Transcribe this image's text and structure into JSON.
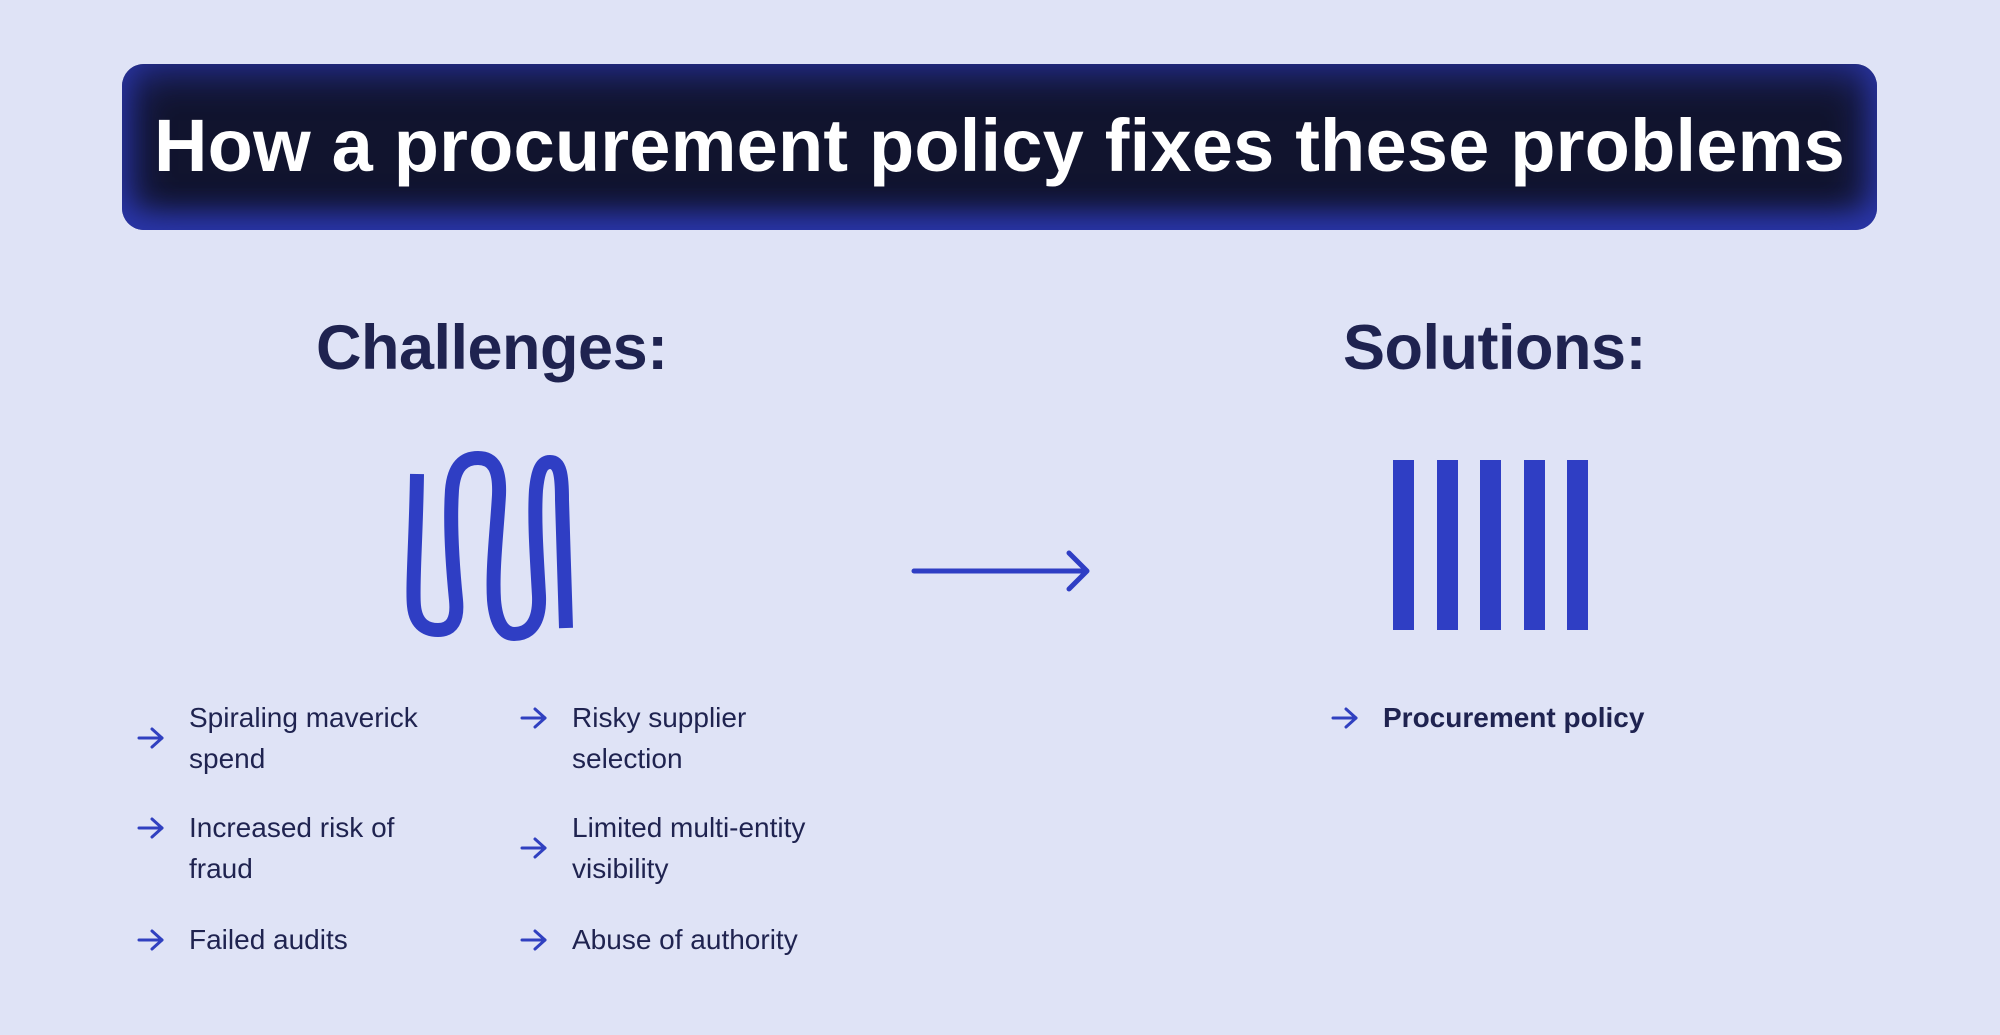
{
  "banner": {
    "title": "How a procurement policy fixes these problems"
  },
  "challenges": {
    "heading": "Challenges:",
    "icon": "squiggle-icon",
    "items": [
      {
        "label": "Spiraling maverick spend",
        "icon": "arrow-right-icon"
      },
      {
        "label": "Increased risk of fraud",
        "icon": "arrow-right-icon"
      },
      {
        "label": "Failed audits",
        "icon": "arrow-right-icon"
      },
      {
        "label": "Risky supplier selection",
        "icon": "arrow-right-icon"
      },
      {
        "label": "Limited multi-entity visibility",
        "icon": "arrow-right-icon"
      },
      {
        "label": "Abuse of authority",
        "icon": "arrow-right-icon"
      }
    ]
  },
  "transition": {
    "icon": "long-arrow-right-icon"
  },
  "solutions": {
    "heading": "Solutions:",
    "icon": "vertical-bars-icon",
    "items": [
      {
        "label": "Procurement policy",
        "icon": "arrow-right-icon"
      }
    ]
  },
  "colors": {
    "background": "#dfe3f6",
    "banner_dark": "#11142e",
    "banner_glow": "#2a35a6",
    "accent_blue": "#2f3ec4",
    "text_navy": "#1f2350",
    "title_white": "#ffffff"
  }
}
